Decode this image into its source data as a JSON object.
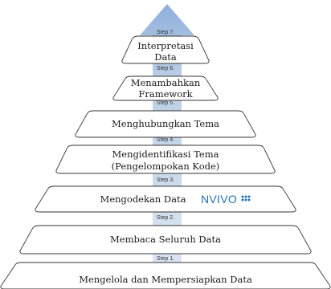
{
  "diagram": {
    "arrow_color": "#b9cde3",
    "arrow_tip_color": "#7f9fd1",
    "outline_color": "#333333",
    "fill_color": "#ffffff",
    "levels": [
      {
        "step": "Step 1.",
        "lines": [
          "Mengelola dan Mempersiapkan Data"
        ]
      },
      {
        "step": "Step 2.",
        "lines": [
          "Membaca Seluruh Data"
        ]
      },
      {
        "step": "Step 3.",
        "lines": [
          "Mengodekan Data"
        ],
        "logo": "NVIVO",
        "logo_color": "#1f6fb6"
      },
      {
        "step": "Step 4.",
        "lines": [
          "Mengidentifikasi Tema",
          "(Pengelompokan Kode)"
        ]
      },
      {
        "step": "Step 5.",
        "lines": [
          "Menghubungkan Tema"
        ]
      },
      {
        "step": "Step 6.",
        "lines": [
          "Menambahkan",
          "Framework"
        ]
      },
      {
        "step": "Step 7.",
        "lines": [
          "Interpretasi",
          "Data"
        ]
      }
    ]
  }
}
